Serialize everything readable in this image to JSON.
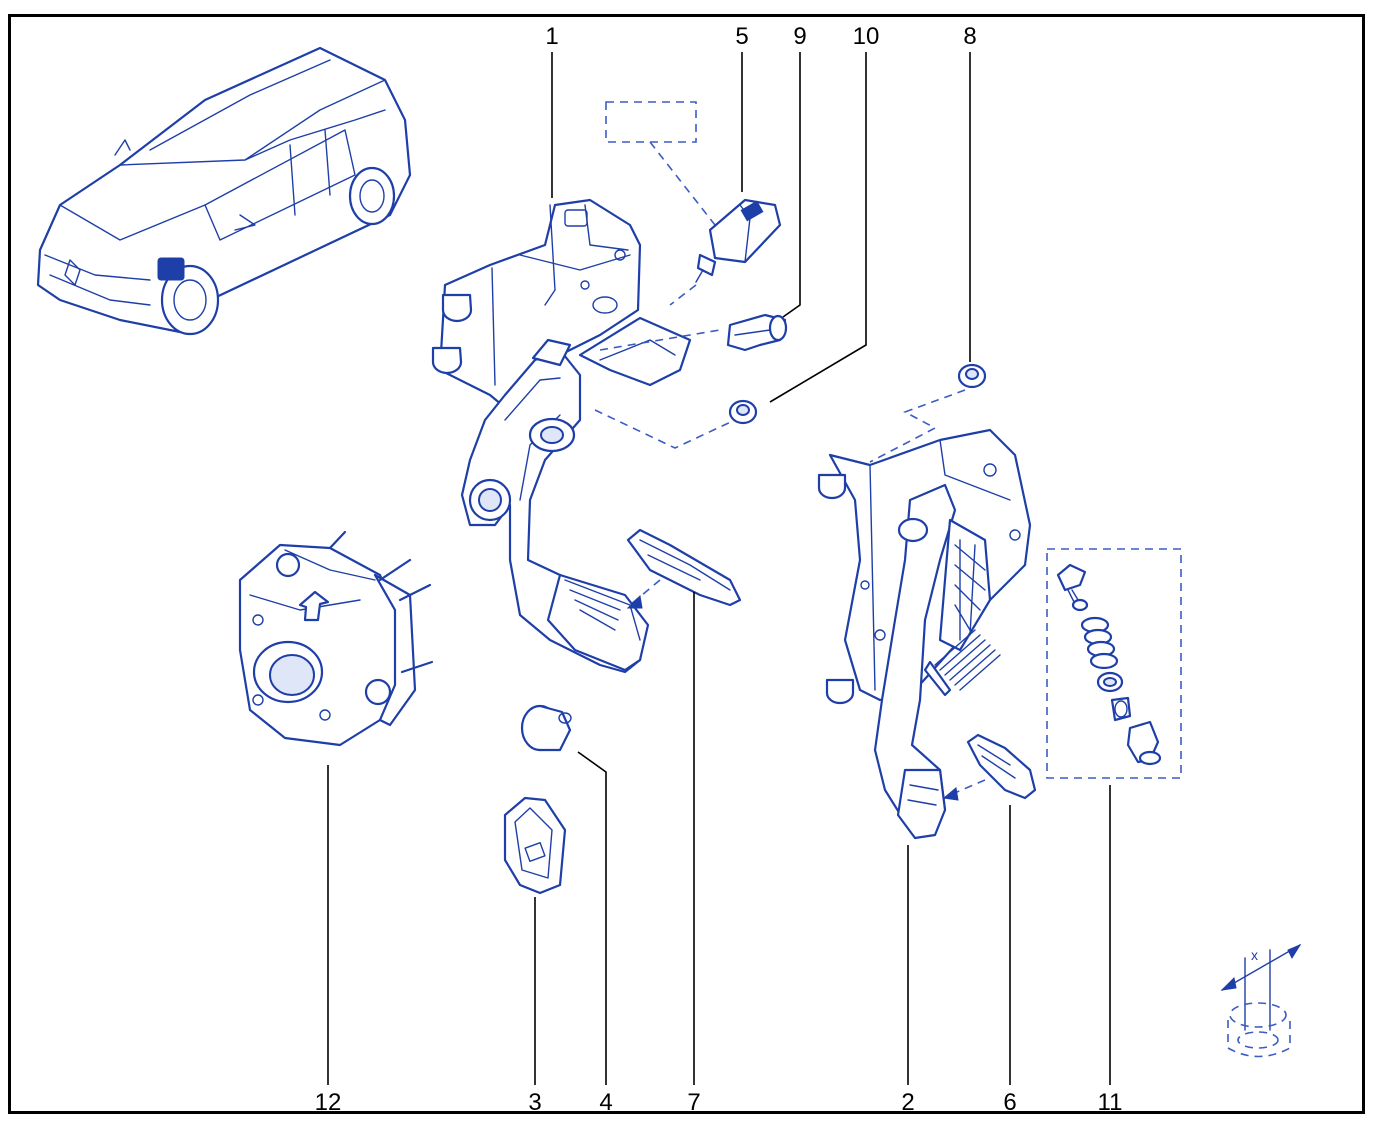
{
  "callouts": {
    "c1": "1",
    "c2": "2",
    "c3": "3",
    "c4": "4",
    "c5": "5",
    "c6": "6",
    "c7": "7",
    "c8": "8",
    "c9": "9",
    "c10": "10",
    "c11": "11",
    "c12": "12"
  },
  "torque_symbol": {
    "label": "x"
  },
  "colors": {
    "line_art": "#1e3fa8",
    "callout_text": "#000000",
    "frame": "#000000"
  }
}
